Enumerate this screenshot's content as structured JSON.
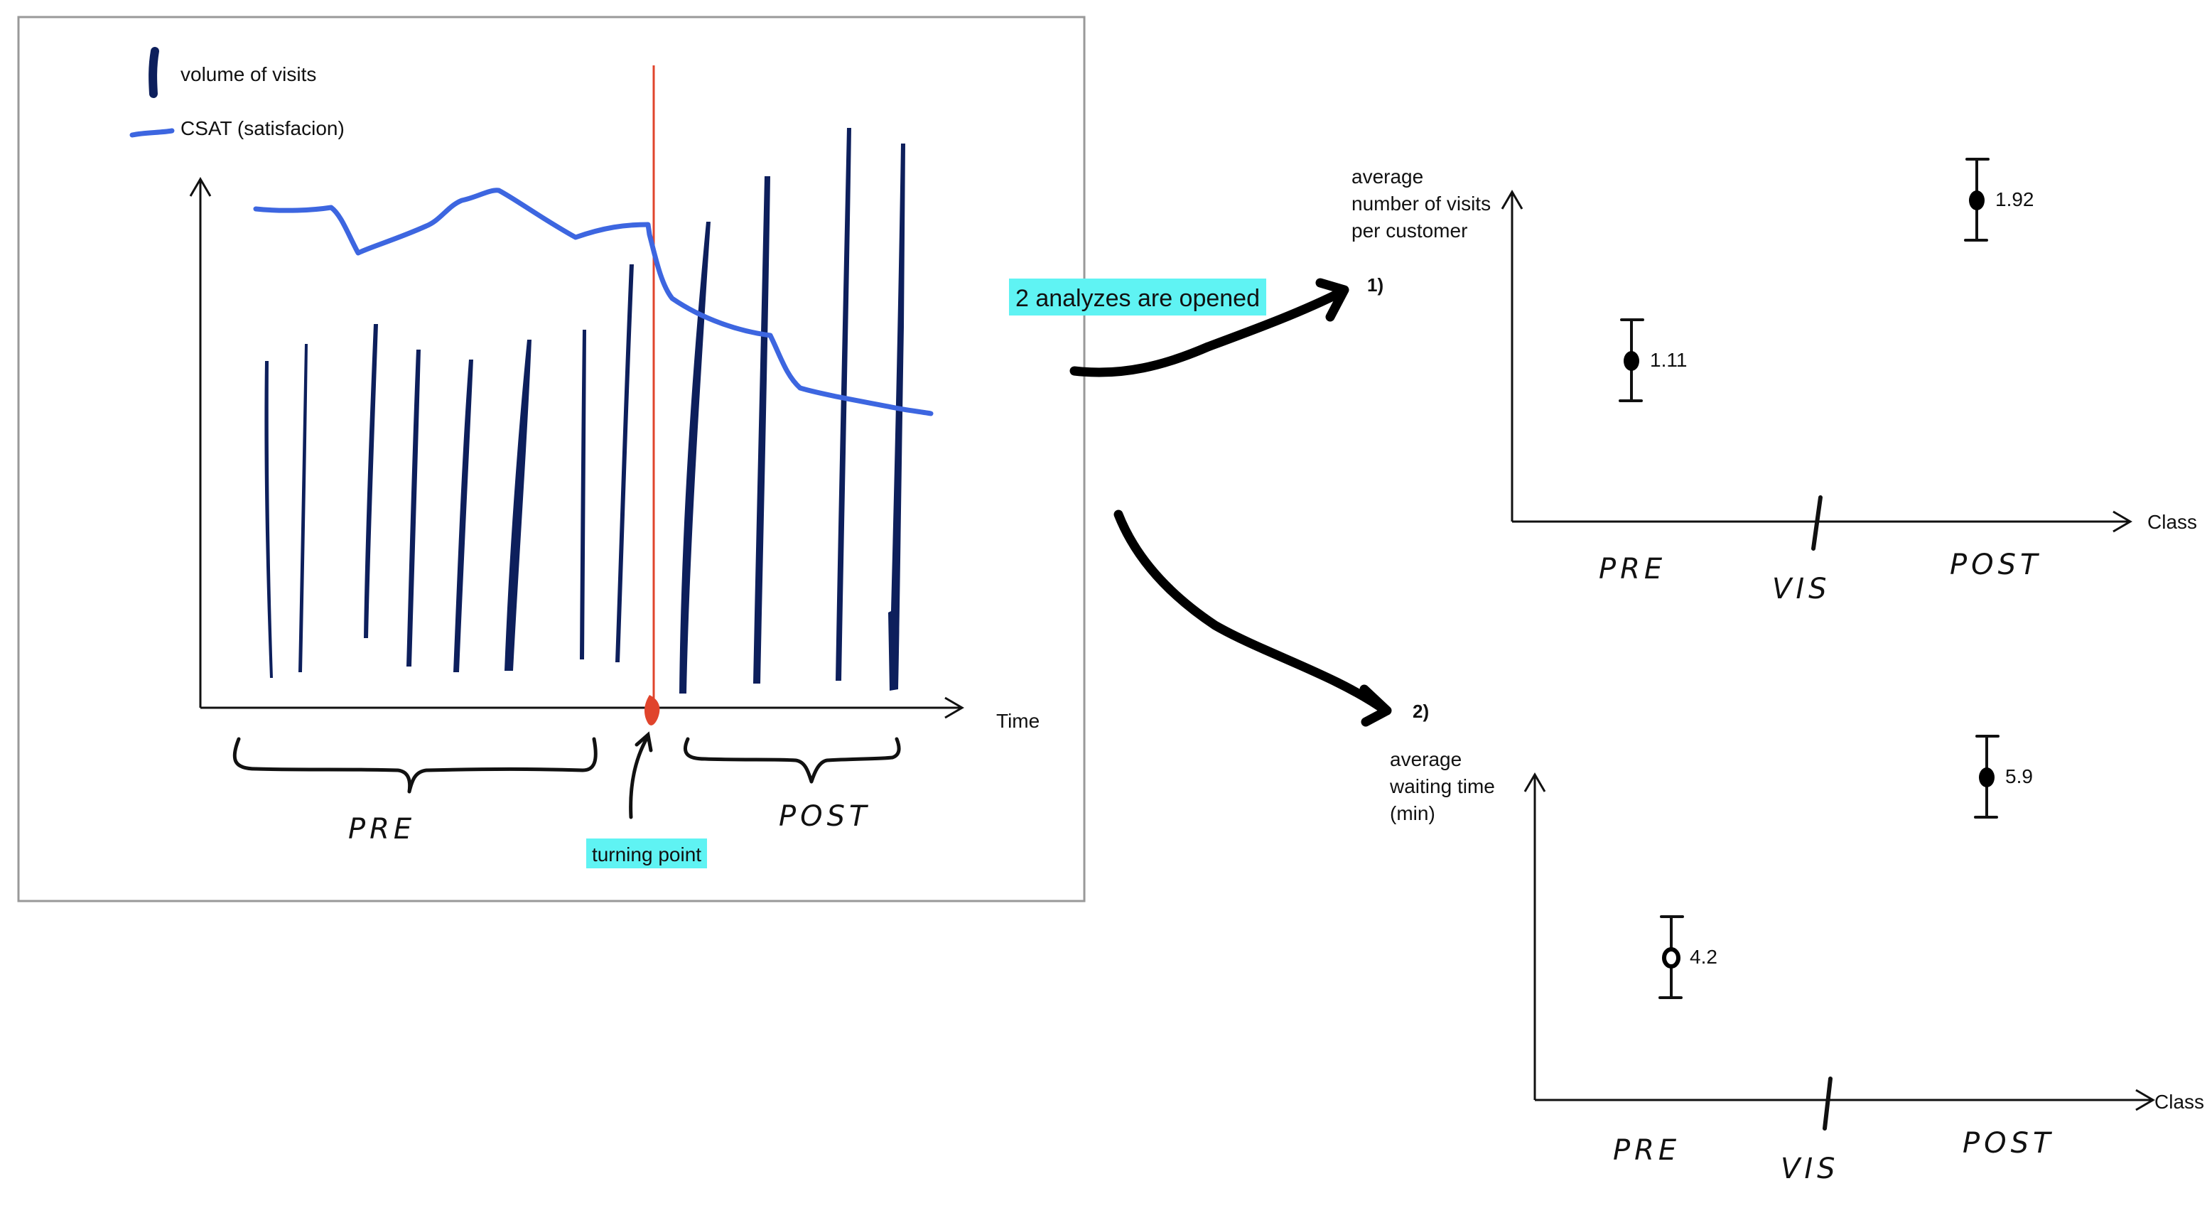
{
  "left_panel": {
    "legend": [
      {
        "label": "volume of visits",
        "icon": "bar-stroke-icon"
      },
      {
        "label": "CSAT (satisfacion)",
        "icon": "line-stroke-icon"
      }
    ],
    "x_axis_label": "Time",
    "pre_label": "PRE",
    "post_label": "POST",
    "turning_point_label": "turning point"
  },
  "arrow_note": "2 analyzes are opened",
  "analyses": [
    {
      "marker": "1)",
      "y_axis_label_lines": [
        "average",
        "number of visits",
        "per customer"
      ],
      "x_axis_label": "Class",
      "categories": [
        "PRE",
        "VIS",
        "POST"
      ],
      "points": [
        {
          "category": "PRE",
          "value": 1.11,
          "label": "1.11"
        },
        {
          "category": "POST",
          "value": 1.92,
          "label": "1.92"
        }
      ]
    },
    {
      "marker": "2)",
      "y_axis_label_lines": [
        "average",
        "waiting time",
        "(min)"
      ],
      "x_axis_label": "Class",
      "categories": [
        "PRE",
        "VIS",
        "POST"
      ],
      "points": [
        {
          "category": "PRE",
          "value": 4.2,
          "label": "4.2"
        },
        {
          "category": "POST",
          "value": 5.9,
          "label": "5.9"
        }
      ]
    }
  ],
  "colors": {
    "bar": "#0d1f5c",
    "csat_line": "#3d66e0",
    "turning_line": "#e0442c",
    "highlight": "#5ff3f3",
    "ink": "#111111",
    "frame": "#999999"
  }
}
